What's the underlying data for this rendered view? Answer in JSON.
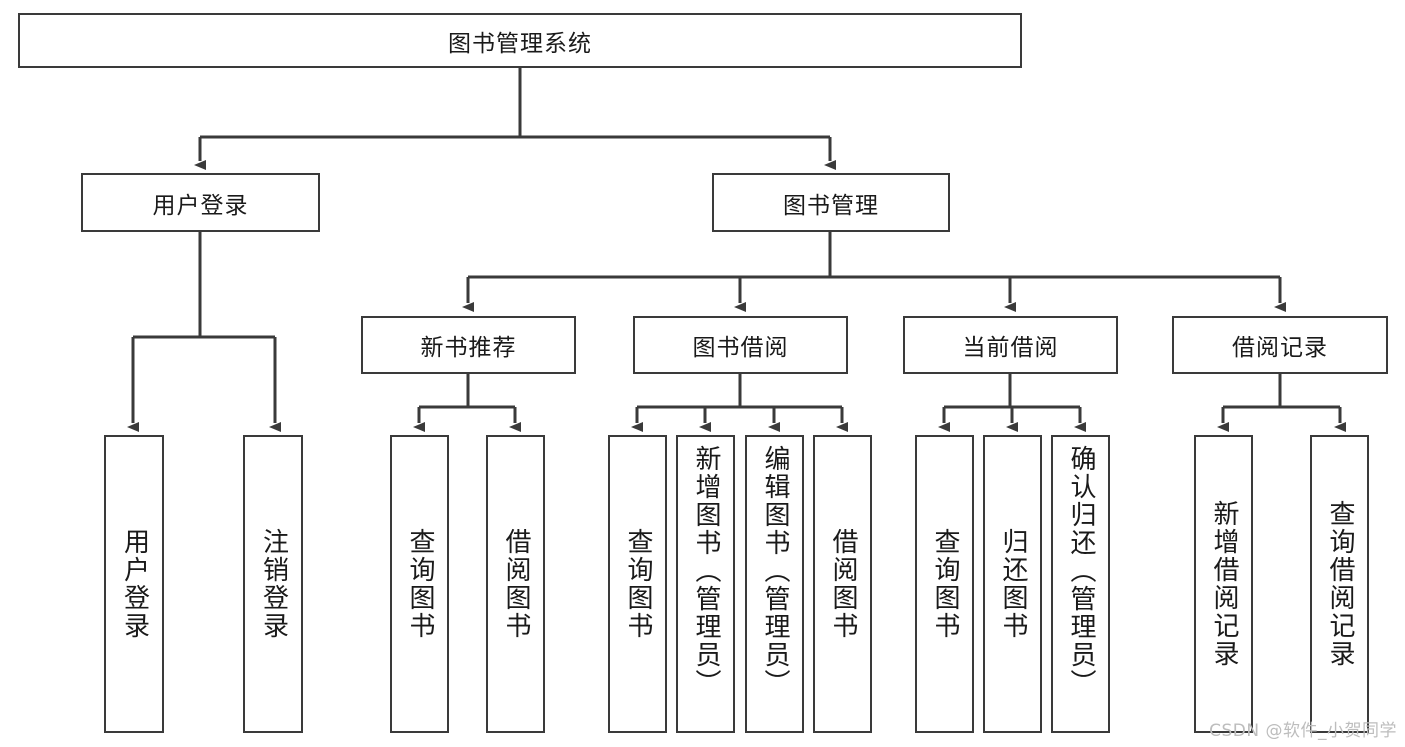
{
  "diagram": {
    "title_node": {
      "label": "图书管理系统"
    },
    "level1": [
      {
        "id": "user-login",
        "label": "用户登录"
      },
      {
        "id": "book-management",
        "label": "图书管理"
      }
    ],
    "level2": [
      {
        "id": "new-book-recommend",
        "label": "新书推荐"
      },
      {
        "id": "book-borrow",
        "label": "图书借阅"
      },
      {
        "id": "current-borrow",
        "label": "当前借阅"
      },
      {
        "id": "borrow-record",
        "label": "借阅记录"
      }
    ],
    "leaves": {
      "user_login": [
        {
          "id": "leaf-user-login",
          "label": "用户登录"
        },
        {
          "id": "leaf-logout-login",
          "label": "注销登录"
        }
      ],
      "new_book_recommend": [
        {
          "id": "leaf-query-book-1",
          "label": "查询图书"
        },
        {
          "id": "leaf-borrow-book-1",
          "label": "借阅图书"
        }
      ],
      "book_borrow": [
        {
          "id": "leaf-query-book-2",
          "label": "查询图书"
        },
        {
          "id": "leaf-add-book",
          "label": "新增图书（管理员）"
        },
        {
          "id": "leaf-edit-book",
          "label": "编辑图书（管理员）"
        },
        {
          "id": "leaf-borrow-book-2",
          "label": "借阅图书"
        }
      ],
      "current_borrow": [
        {
          "id": "leaf-query-book-3",
          "label": "查询图书"
        },
        {
          "id": "leaf-return-book",
          "label": "归还图书"
        },
        {
          "id": "leaf-confirm-return",
          "label": "确认归还（管理员）"
        }
      ],
      "borrow_record": [
        {
          "id": "leaf-add-record",
          "label": "新增借阅记录"
        },
        {
          "id": "leaf-query-record",
          "label": "查询借阅记录"
        }
      ]
    }
  },
  "watermark": {
    "text": "CSDN @软件_小贺同学"
  },
  "colors": {
    "stroke": "#3a3a3a",
    "box_fill": "#ffffff",
    "text": "#1a1a1a",
    "watermark": "#bdbdbd"
  }
}
